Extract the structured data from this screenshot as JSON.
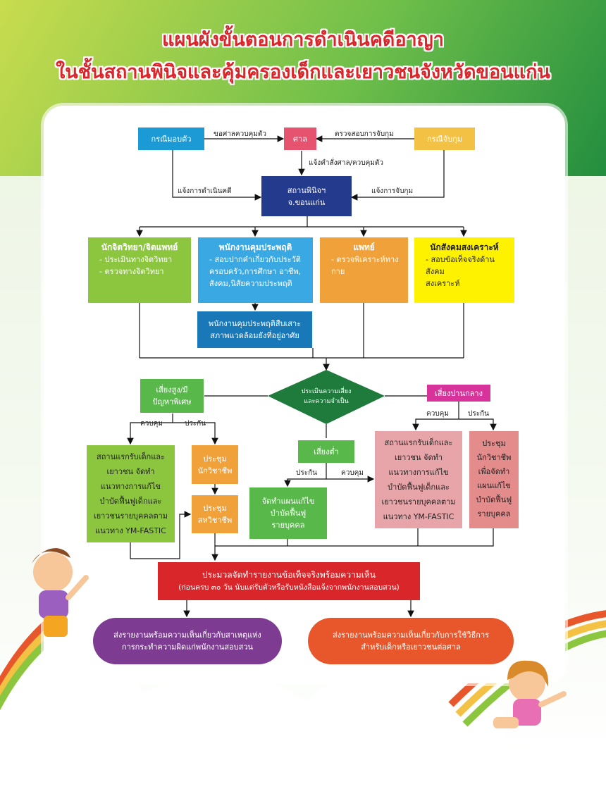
{
  "title": {
    "line1": "แผนผังขั้นตอนการดำเนินคดีอาญา",
    "line2": "ในชั้นสถานพินิจและคุ้มครองเด็กและเยาวชนจังหวัดขอนแก่น"
  },
  "top": {
    "surrender": "กรณีมอบตัว",
    "court": "ศาล",
    "arrest": "กรณีจับกุม",
    "label_request_custody": "ขอศาลควบคุมตัว",
    "label_check_arrest": "ตรวจสอบการจับกุม",
    "label_court_order": "แจ้งคำสั่งศาล/ควบคุมตัว",
    "label_notify_case": "แจ้งการดำเนินคดี",
    "label_notify_arrest": "แจ้งการจับกุม",
    "center_line1": "สถานพินิจฯ",
    "center_line2": "จ.ขอนแก่น"
  },
  "staff": {
    "psych": {
      "title": "นักจิตวิทยา/จิตแพทย์",
      "items": [
        "- ประเมินทางจิตวิทยา",
        "- ตรวจทางจิตวิทยา"
      ]
    },
    "probation": {
      "title": "พนักงานคุมประพฤติ",
      "items": [
        "- สอบปากคำเกี่ยวกับประวัติ",
        "ครอบครัว,การศึกษา อาชีพ,",
        "สังคม,นิสัยความประพฤติ"
      ]
    },
    "doctor": {
      "title": "แพทย์",
      "items": [
        "- ตรวจพิเคราะห์ทาง",
        "กาย"
      ]
    },
    "social": {
      "title": "นักสังคมสงเคราะห์",
      "items": [
        "- สอบข้อเท็จจริงด้านสังคม",
        "สงเคราะห์"
      ]
    },
    "probation_visit": [
      "พนักงานคุมประพฤติสืบเสาะ",
      "สภาพแวดล้อมยังที่อยู่อาศัย"
    ]
  },
  "risk": {
    "assess": [
      "ประเมินความเสี่ยง",
      "และความจำเป็น"
    ],
    "high": [
      "เสี่ยงสูง/มี",
      "ปัญหาพิเศษ"
    ],
    "medium": "เสี่ยงปานกลาง",
    "low": "เสี่ยงต่ำ",
    "custody": "ควบคุม",
    "bail": "ประกัน"
  },
  "plans": {
    "reception_high": [
      "สถานแรกรับเด็กและ",
      "เยาวชน จัดทำ",
      "แนวทางการแก้ไข",
      "บำบัดฟื้นฟูเด็กและ",
      "เยาวชนรายบุคคลตาม",
      "แนวทาง YM-FASTIC"
    ],
    "meeting_pro": [
      "ประชุม",
      "นักวิชาชีพ"
    ],
    "meeting_multi": [
      "ประชุม",
      "สหวิชาชีพ"
    ],
    "low_plan": [
      "จัดทำแผนแก้ไข",
      "บำบัดฟื้นฟู",
      "รายบุคคล"
    ],
    "reception_med": [
      "สถานแรกรับเด็กและ",
      "เยาวชน จัดทำ",
      "แนวทางการแก้ไข",
      "บำบัดฟื้นฟูเด็กและ",
      "เยาวชนรายบุคคลตาม",
      "แนวทาง YM-FASTIC"
    ],
    "meeting_med": [
      "ประชุม",
      "นักวิชาชีพ",
      "เพื่อจัดทำ",
      "แผนแก้ไข",
      "บำบัดฟื้นฟู",
      "รายบุคคล"
    ]
  },
  "report": {
    "line1": "ประมวลจัดทำรายงานข้อเท็จจริงพร้อมความเห็น",
    "line2": "(ก่อนครบ ๓๐ วัน นับแต่รับตัวหรือรับหนังสือแจ้งจากพนักงานสอบสวน)"
  },
  "outputs": {
    "left": [
      "ส่งรายงานพร้อมความเห็นเกี่ยวกับสาเหตุแห่ง",
      "การกระทำความผิดแก่พนักงานสอบสวน"
    ],
    "right": [
      "ส่งรายงานพร้อมความเห็นเกี่ยวกับการใช้วิธีการ",
      "สำหรับเด็กหรือเยาวชนต่อศาล"
    ]
  },
  "colors": {
    "blue": "#1c9ad6",
    "pink": "#e5536f",
    "gold": "#f3c244",
    "navy": "#243a8c",
    "green": "#8cc63f",
    "skyblue": "#3aa9e3",
    "orange": "#f0a13a",
    "yellow": "#fff200",
    "darkblue": "#1978b8",
    "diamond": "#1e7b3c",
    "lightgreen": "#58b94a",
    "magenta": "#d8339a",
    "salmon": "#e48b8b",
    "pinkbox": "#e8a5a9",
    "red": "#d9262b",
    "purple": "#7d3c92",
    "orangered": "#e8572b"
  }
}
